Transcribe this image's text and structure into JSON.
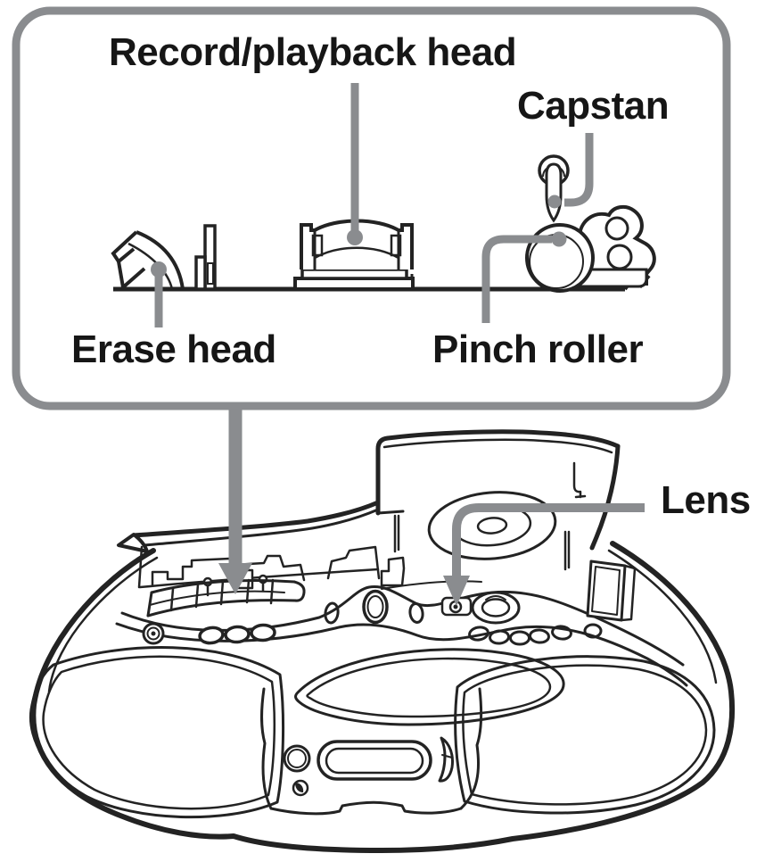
{
  "figure": {
    "type": "device-anatomy-diagram",
    "callout": {
      "labels": {
        "record_playback_head": "Record/playback head",
        "capstan": "Capstan",
        "erase_head": "Erase head",
        "pinch_roller": "Pinch roller"
      }
    },
    "device": {
      "labels": {
        "lens": "Lens"
      }
    },
    "colors": {
      "outline": "#232323",
      "pointer": "#8a8c8f",
      "background": "#ffffff",
      "text": "#161616"
    }
  }
}
